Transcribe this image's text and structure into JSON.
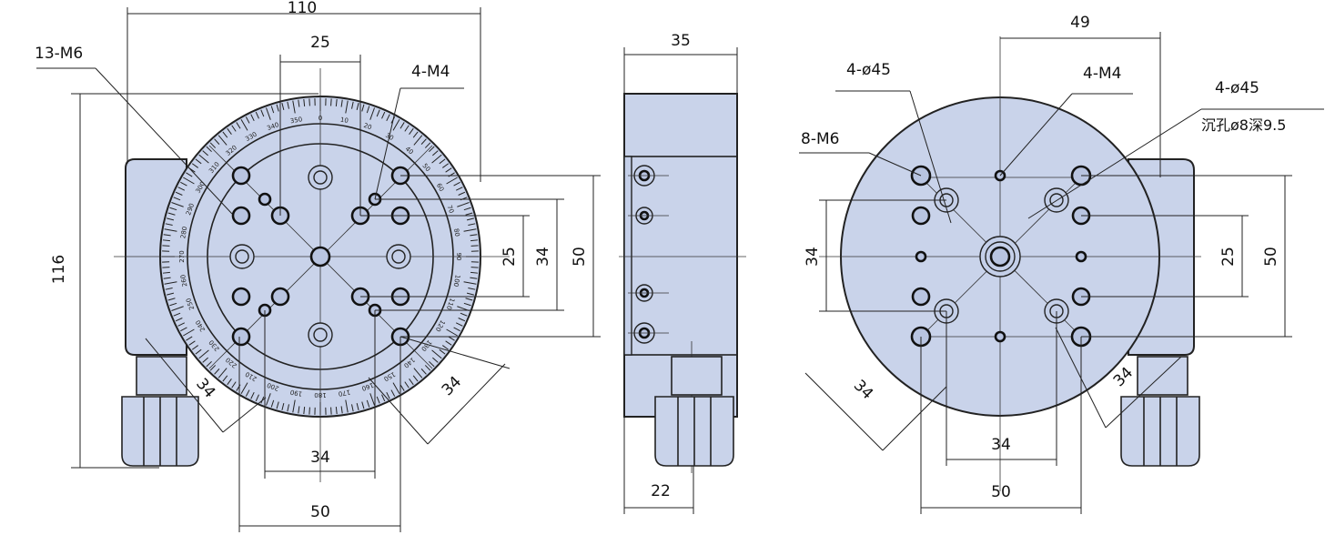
{
  "front_view": {
    "width_dim": "110",
    "height_dim": "116",
    "thread_holes": "13-M6",
    "top_pitch": "25",
    "small_holes": "4-M4",
    "right_pitch_inner": "25",
    "right_pitch_mid": "34",
    "right_pitch_outer": "50",
    "diag_left": "34",
    "diag_right": "34",
    "bottom_inner": "34",
    "bottom_outer": "50"
  },
  "side_view": {
    "width_dim": "35",
    "knob_dim": "22"
  },
  "back_view": {
    "top_offset": "49",
    "cbore_left": "4-ø45",
    "small_holes": "4-M4",
    "cbore_right": "4-ø45",
    "cbore_note": "沉孔ø8深9.5",
    "thread_holes": "8-M6",
    "left_pitch": "34",
    "right_pitch_inner": "25",
    "right_pitch_outer": "50",
    "diag_left": "34",
    "diag_right": "34",
    "bottom_inner": "34",
    "bottom_outer": "50"
  },
  "dial_scale": [
    "0",
    "10",
    "20",
    "30",
    "40",
    "50",
    "60",
    "70",
    "80",
    "90",
    "100",
    "110",
    "120",
    "130",
    "140",
    "150",
    "160",
    "170",
    "180",
    "190",
    "200",
    "210",
    "220",
    "230",
    "240",
    "250",
    "260",
    "270",
    "280",
    "290",
    "300",
    "310",
    "320",
    "330",
    "340",
    "350"
  ]
}
